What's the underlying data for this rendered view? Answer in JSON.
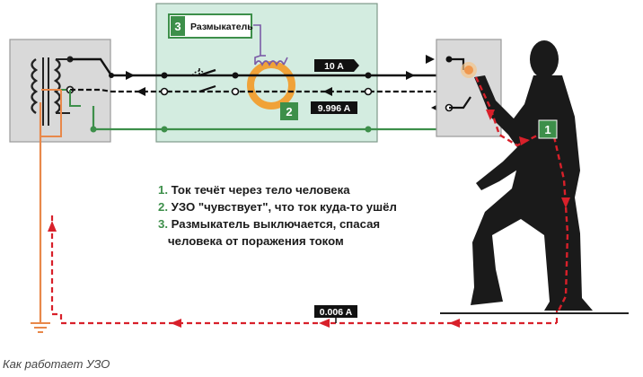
{
  "labels": {
    "tripper": "Размыкатель",
    "badge_3": "3",
    "badge_2": "2",
    "badge_1": "1",
    "current_in": "10 A",
    "current_out": "9.996 A",
    "current_leak": "0.006 A"
  },
  "legend": [
    {
      "num": "1.",
      "text": "Ток течёт через тело человека"
    },
    {
      "num": "2.",
      "text": "УЗО \"чувствует\", что ток куда-то ушёл"
    },
    {
      "num": "3.",
      "text": "Размыкатель выключается, спасая"
    }
  ],
  "legend_cont": "человека от поражения током",
  "caption": "Как работает УЗО",
  "colors": {
    "device_bg": "#d3ece0",
    "accent_green": "#3d8f4a",
    "leak_red": "#d8202a",
    "ring_orange": "#f0a238",
    "ground_wire": "#e8884a"
  }
}
